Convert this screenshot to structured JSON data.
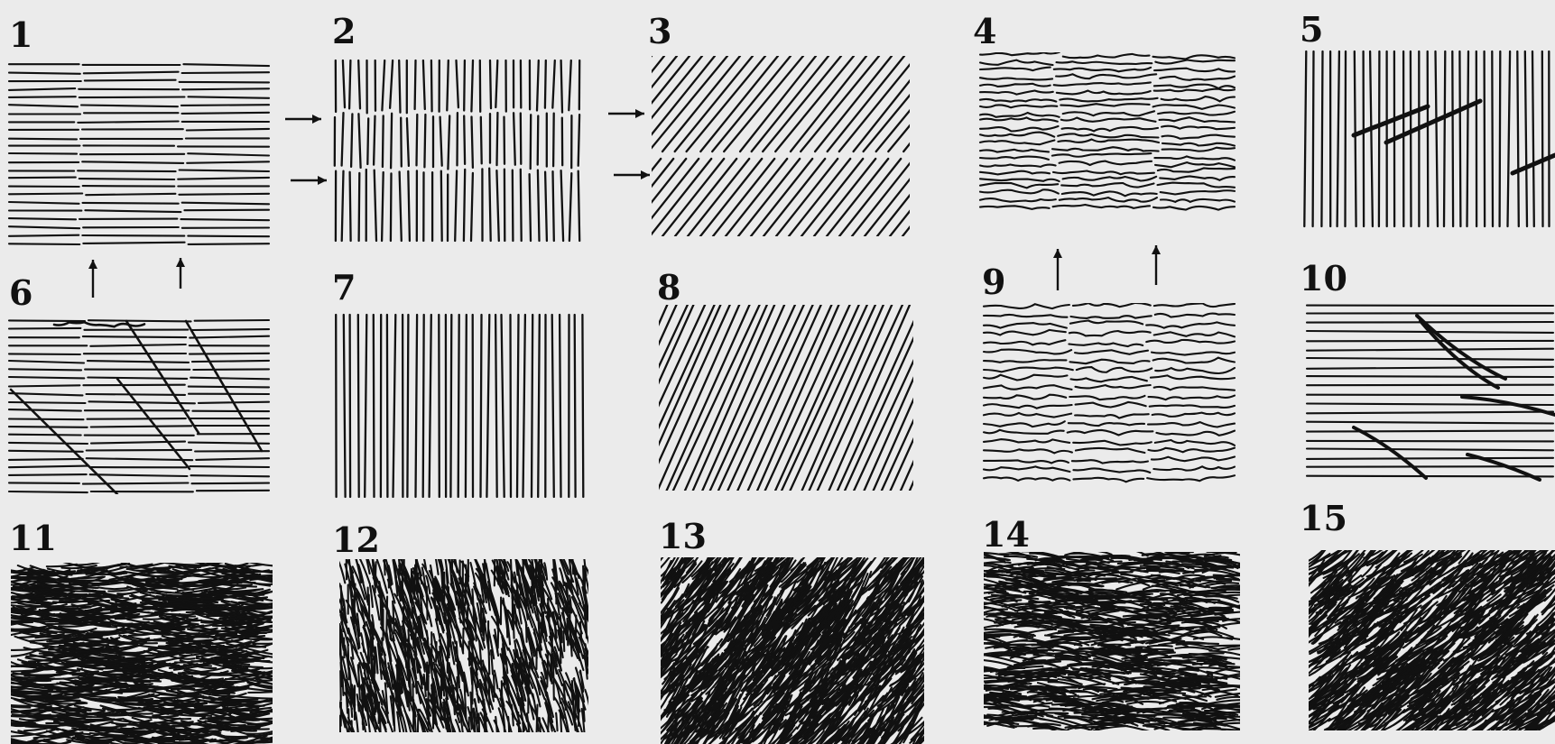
{
  "panels": [
    {
      "label": "1"
    },
    {
      "label": "2"
    },
    {
      "label": "3"
    },
    {
      "label": "4"
    },
    {
      "label": "5"
    },
    {
      "label": "6"
    },
    {
      "label": "7"
    },
    {
      "label": "8"
    },
    {
      "label": "9"
    },
    {
      "label": "10"
    },
    {
      "label": "11"
    },
    {
      "label": "12"
    },
    {
      "label": "13"
    },
    {
      "label": "14"
    },
    {
      "label": "15"
    }
  ],
  "colors": {
    "background": "#ebebeb",
    "ink": "#111111"
  }
}
